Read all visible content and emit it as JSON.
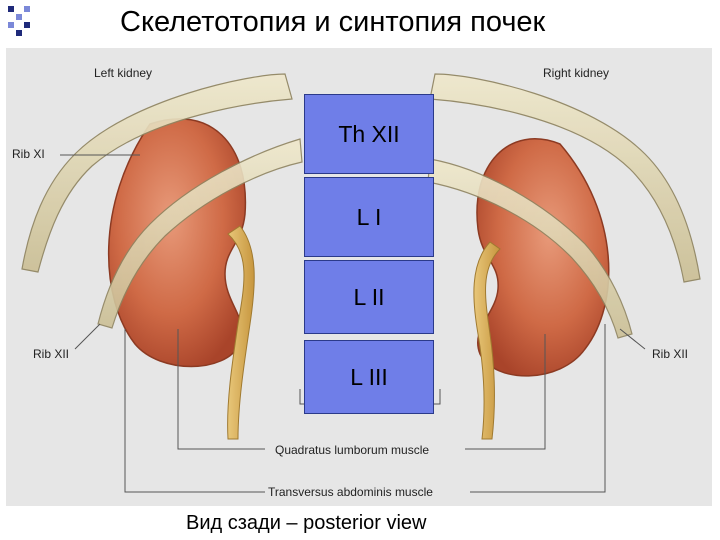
{
  "slide": {
    "title": "Скелетотопия и синтопия почек",
    "caption": "Вид сзади – posterior view"
  },
  "labels": {
    "left_kidney": "Left kidney",
    "right_kidney": "Right kidney",
    "rib_xi": "Rib XI",
    "rib_xii_left": "Rib XII",
    "rib_xii_right": "Rib XII",
    "quadratus": "Quadratus lumborum muscle",
    "transversus": "Transversus abdominis muscle"
  },
  "vertebrae": [
    {
      "label": "Th XII"
    },
    {
      "label": "L I"
    },
    {
      "label": "L II"
    },
    {
      "label": "L III"
    }
  ],
  "colors": {
    "bullet_dark": "#1f2a7a",
    "bullet_light": "#7b88d8",
    "vertebra_fill": "#6f7ee8",
    "kidney": "#c95f3e",
    "bone": "#e2d9b6",
    "background": "#d8d8d8"
  }
}
